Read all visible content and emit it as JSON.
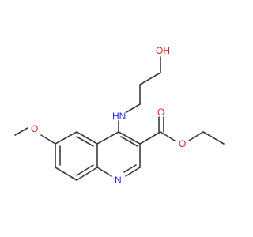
{
  "molecule": {
    "atoms": [
      {
        "id": "hydroxyl-oxygen",
        "text": "OH",
        "color": "#e0251c"
      },
      {
        "id": "amine-nitrogen",
        "text": "HN",
        "color": "#2a2ae8"
      },
      {
        "id": "ring-nitrogen",
        "text": "N",
        "color": "#2a2ae8"
      },
      {
        "id": "methoxy-oxygen",
        "text": "O",
        "color": "#e0251c"
      },
      {
        "id": "carbonyl-oxygen",
        "text": "O",
        "color": "#e0251c"
      },
      {
        "id": "ester-oxygen",
        "text": "O",
        "color": "#e0251c"
      }
    ],
    "bond_color": "#3a3a3a",
    "background": "#ffffff"
  }
}
